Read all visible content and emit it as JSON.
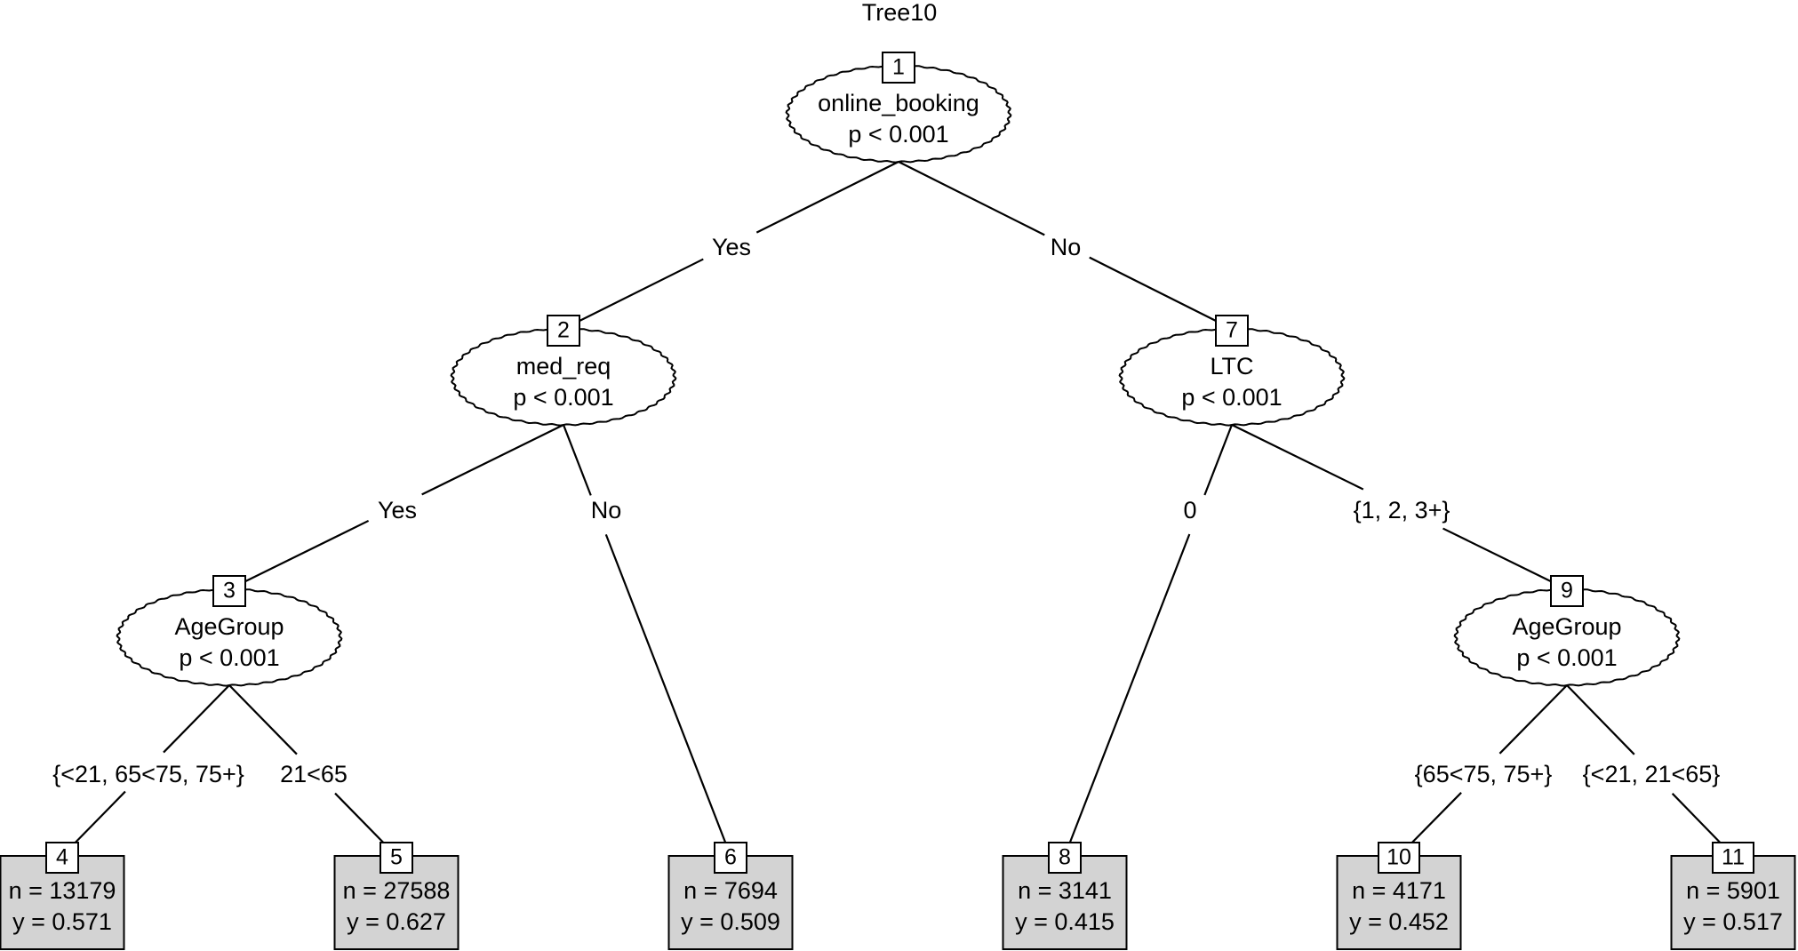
{
  "diagram": {
    "title": "Tree10",
    "colors": {
      "stroke": "#000000",
      "terminal_fill": "#d3d3d3",
      "background": "#ffffff",
      "id_box_fill": "#ffffff"
    },
    "inner_nodes": [
      {
        "id": "1",
        "variable": "online_booking",
        "p": "p < 0.001"
      },
      {
        "id": "2",
        "variable": "med_req",
        "p": "p < 0.001"
      },
      {
        "id": "3",
        "variable": "AgeGroup",
        "p": "p < 0.001"
      },
      {
        "id": "7",
        "variable": "LTC",
        "p": "p < 0.001"
      },
      {
        "id": "9",
        "variable": "AgeGroup",
        "p": "p < 0.001"
      }
    ],
    "terminal_nodes": [
      {
        "id": "4",
        "n": "n = 13179",
        "y": "y = 0.571"
      },
      {
        "id": "5",
        "n": "n = 27588",
        "y": "y = 0.627"
      },
      {
        "id": "6",
        "n": "n = 7694",
        "y": "y = 0.509"
      },
      {
        "id": "8",
        "n": "n = 3141",
        "y": "y = 0.415"
      },
      {
        "id": "10",
        "n": "n = 4171",
        "y": "y = 0.452"
      },
      {
        "id": "11",
        "n": "n = 5901",
        "y": "y = 0.517"
      }
    ],
    "edges": [
      {
        "from": "1",
        "to": "2",
        "label": "Yes"
      },
      {
        "from": "1",
        "to": "7",
        "label": "No"
      },
      {
        "from": "2",
        "to": "3",
        "label": "Yes"
      },
      {
        "from": "2",
        "to": "6",
        "label": "No"
      },
      {
        "from": "3",
        "to": "4",
        "label": "{<21, 65<75, 75+}"
      },
      {
        "from": "3",
        "to": "5",
        "label": "21<65"
      },
      {
        "from": "7",
        "to": "8",
        "label": "0"
      },
      {
        "from": "7",
        "to": "9",
        "label": "{1, 2, 3+}"
      },
      {
        "from": "9",
        "to": "10",
        "label": "{65<75, 75+}"
      },
      {
        "from": "9",
        "to": "11",
        "label": "{<21, 21<65}"
      }
    ]
  }
}
